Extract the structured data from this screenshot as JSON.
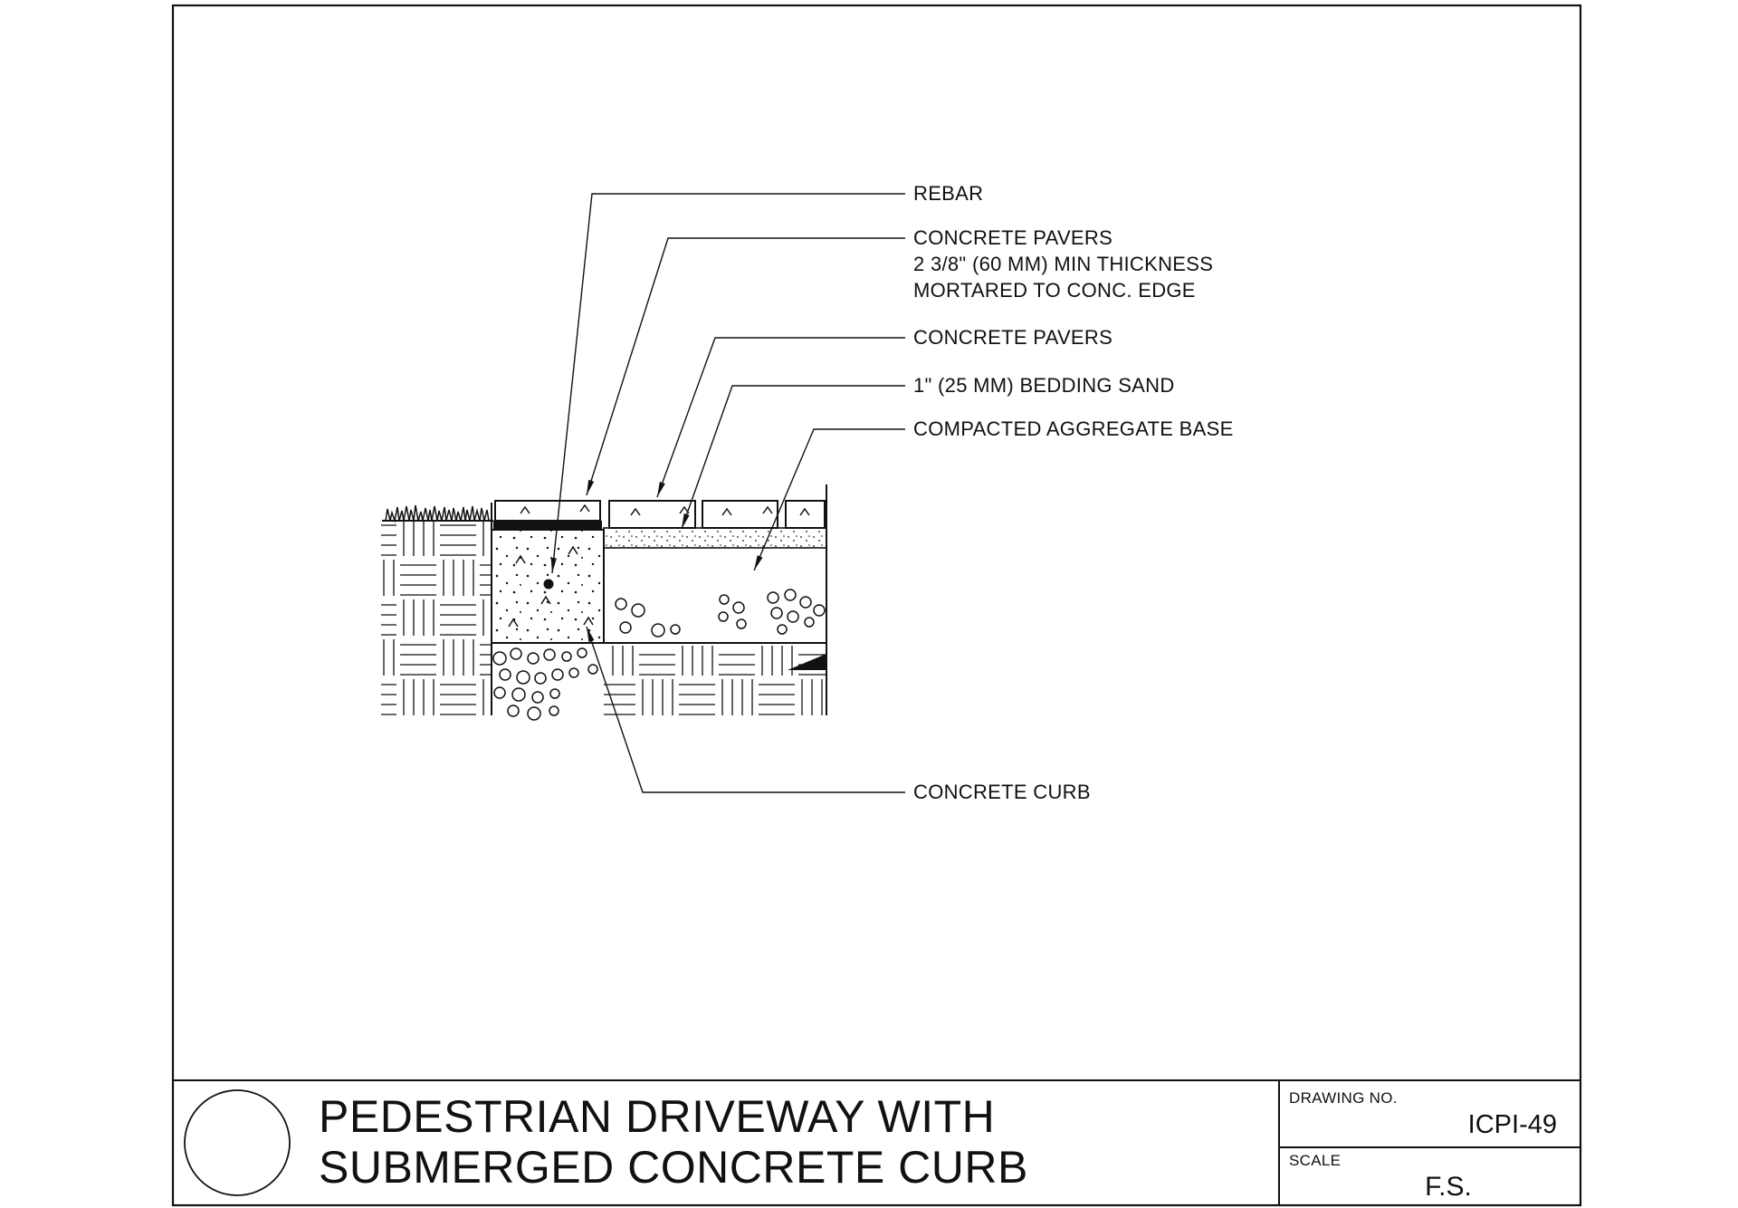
{
  "colors": {
    "ink": "#111111",
    "paper": "#ffffff"
  },
  "callouts": {
    "rebar": "REBAR",
    "pavers_mortared_1": "CONCRETE PAVERS",
    "pavers_mortared_2": "2 3/8\" (60 MM) MIN THICKNESS",
    "pavers_mortared_3": "MORTARED TO CONC. EDGE",
    "pavers": "CONCRETE PAVERS",
    "bedding_sand": "1\" (25 MM) BEDDING SAND",
    "aggregate_base": "COMPACTED AGGREGATE BASE",
    "concrete_curb": "CONCRETE CURB"
  },
  "title_block": {
    "title_line_1": "PEDESTRIAN DRIVEWAY WITH",
    "title_line_2": "SUBMERGED CONCRETE CURB",
    "drawing_no_label": "DRAWING NO.",
    "drawing_no": "ICPI-49",
    "scale_label": "SCALE",
    "scale": "F.S."
  }
}
